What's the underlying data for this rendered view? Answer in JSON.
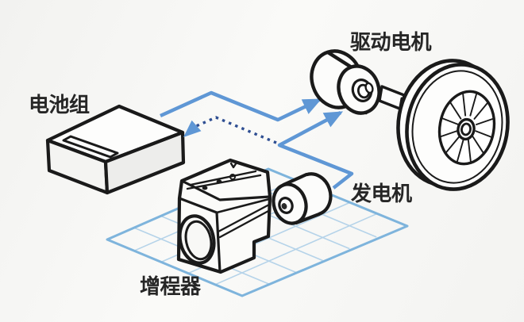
{
  "diagram": {
    "type": "range-extender-ev-powertrain",
    "labels": {
      "battery": "电池组",
      "drive_motor": "驱动电机",
      "generator": "发电机",
      "range_extender": "增程器"
    },
    "colors": {
      "solid_arrow": "#5f97d5",
      "dotted_arrow": "#2e4e92",
      "grid_border": "#7eb4dc",
      "grid_line": "#b5d3e9",
      "outline": "#1a1a1a",
      "background": "#f5f5f3",
      "label_text": "#262626"
    },
    "connections": [
      {
        "from": "battery",
        "to": "drive_motor",
        "style": "solid"
      },
      {
        "from": "generator",
        "to": "drive_motor",
        "style": "solid"
      },
      {
        "from": "generator",
        "to": "battery",
        "style": "dotted"
      }
    ]
  }
}
